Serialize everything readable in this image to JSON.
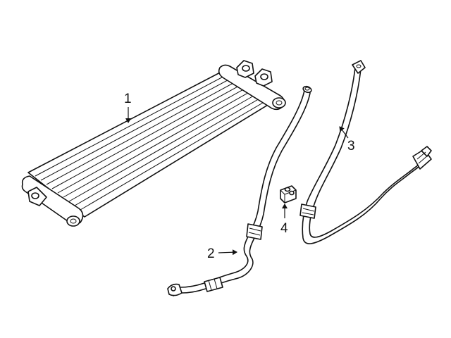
{
  "callouts": [
    {
      "label": "1",
      "part": "transmission-oil-cooler"
    },
    {
      "label": "2",
      "part": "oil-cooler-inlet-line"
    },
    {
      "label": "3",
      "part": "oil-cooler-outlet-line"
    },
    {
      "label": "4",
      "part": "line-clamp"
    }
  ],
  "style": {
    "line_color": "#111111",
    "background": "#ffffff"
  }
}
